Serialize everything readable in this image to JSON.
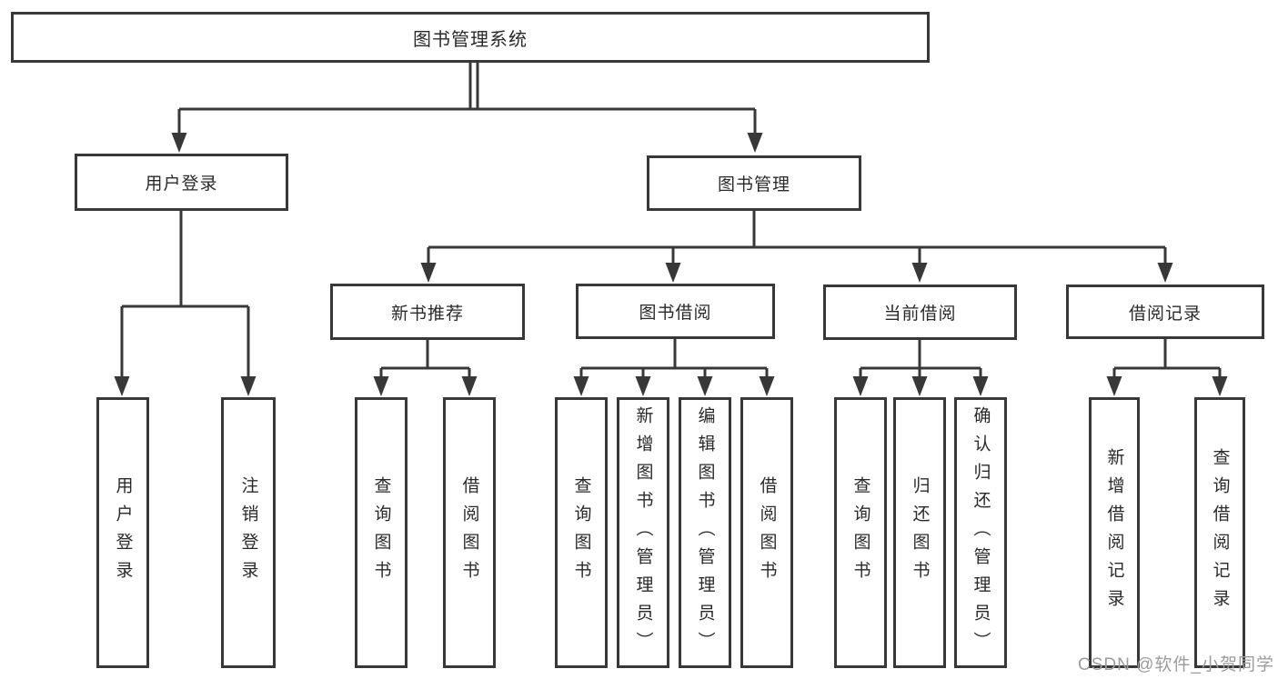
{
  "diagram": {
    "title": "图书管理系统",
    "branches": [
      {
        "label": "用户登录",
        "children": [
          "用户登录",
          "注销登录"
        ]
      },
      {
        "label": "图书管理",
        "sections": [
          {
            "label": "新书推荐",
            "children": [
              "查询图书",
              "借阅图书"
            ]
          },
          {
            "label": "图书借阅",
            "children": [
              "查询图书",
              "新增图书（管理员）",
              "编辑图书（管理员）",
              "借阅图书"
            ]
          },
          {
            "label": "当前借阅",
            "children": [
              "查询图书",
              "归还图书",
              "确认归还（管理员）"
            ]
          },
          {
            "label": "借阅记录",
            "children": [
              "新增借阅记录",
              "查询借阅记录"
            ]
          }
        ]
      }
    ]
  },
  "watermark": {
    "text": "CSDN @软件_小贺同学"
  },
  "colors": {
    "line": "#383838",
    "text": "#2a2a2a",
    "background": "#ffffff",
    "watermark": "#9c9c9c"
  }
}
